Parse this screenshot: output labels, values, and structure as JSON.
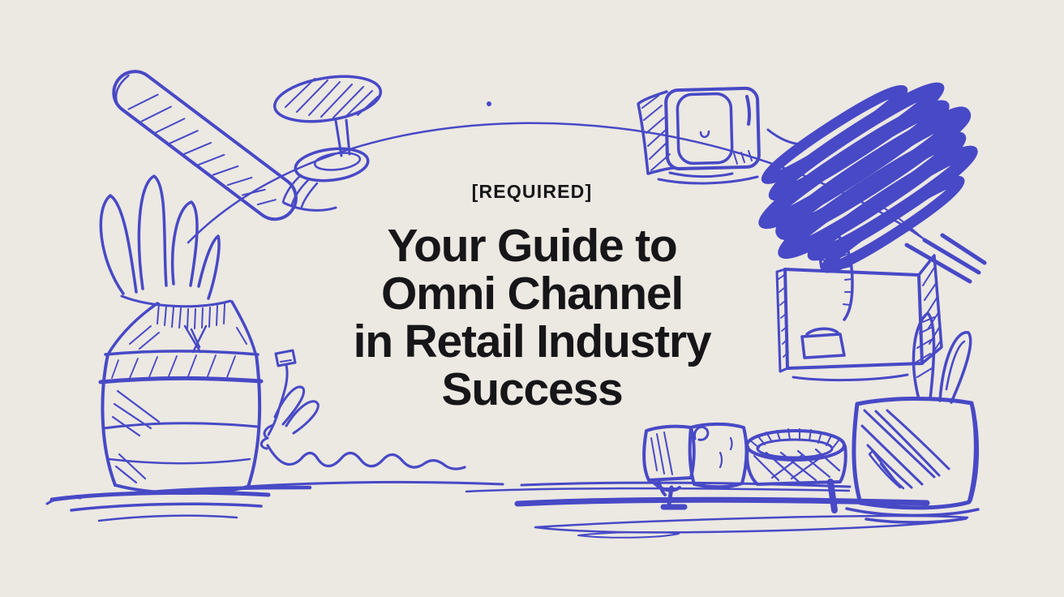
{
  "page": {
    "background_color": "#ECE8E2",
    "ink_color": "#4749C6",
    "text_color": "#161618"
  },
  "banner": {
    "badge_label": "[REQUIRED]",
    "title_lines": [
      "Your Guide to",
      "Omni Channel",
      "in Retail Industry",
      "Success"
    ]
  },
  "illustrations": {
    "style": "hand-drawn blue ink sketch",
    "items": [
      "rolled-cylinder-sketch",
      "pedestal-table-sketch",
      "potted-plant-sketch",
      "sprout-squiggle-sketch",
      "arc-line-sketch",
      "dot-accent",
      "tv-monitor-sketch",
      "ink-scribble-blob",
      "shopping-bag-sketch",
      "leaf-basket-sketch",
      "shelf-items-sketch",
      "ground-lines-sketch"
    ]
  }
}
